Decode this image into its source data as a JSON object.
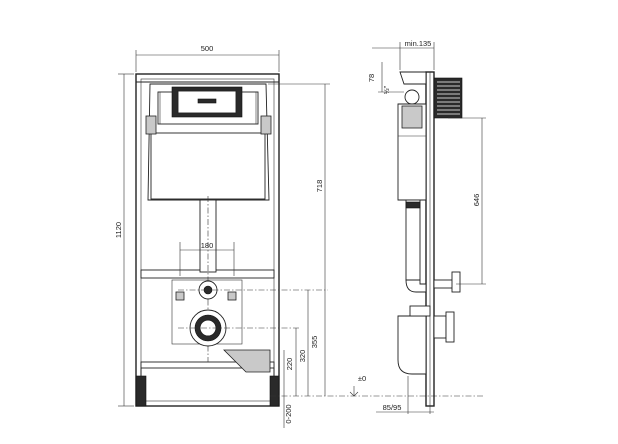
{
  "front_view": {
    "width_label": "500",
    "height_label": "1120",
    "cistern_height_label": "718",
    "pipe_spacing_label": "180",
    "outlet_height_label": "355",
    "inlet_height_label": "320",
    "flange_height_label": "220",
    "floor_adjust_label": "0-200"
  },
  "side_view": {
    "depth_label": "min.135",
    "top_offset_label": "78",
    "inlet_label": "½\"",
    "drop_label": "646",
    "floor_datum_label": "±0",
    "wall_distance_label": "85/95"
  }
}
